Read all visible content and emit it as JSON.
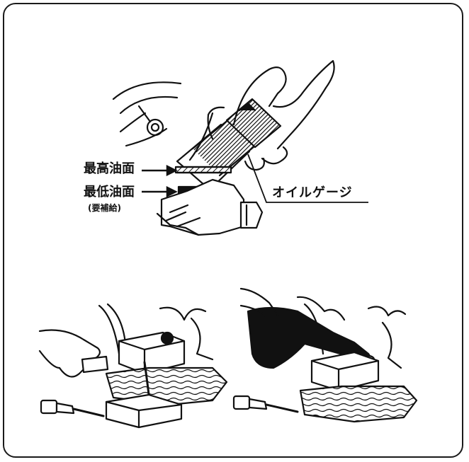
{
  "labels": {
    "max_level": "最高油面",
    "min_level": "最低油面",
    "refill_note": "(要補給)",
    "oil_gauge": "オイルゲージ"
  },
  "icons": {
    "arrow": "right-arrow-icon"
  },
  "colors": {
    "line": "#111111",
    "background": "#ffffff"
  }
}
